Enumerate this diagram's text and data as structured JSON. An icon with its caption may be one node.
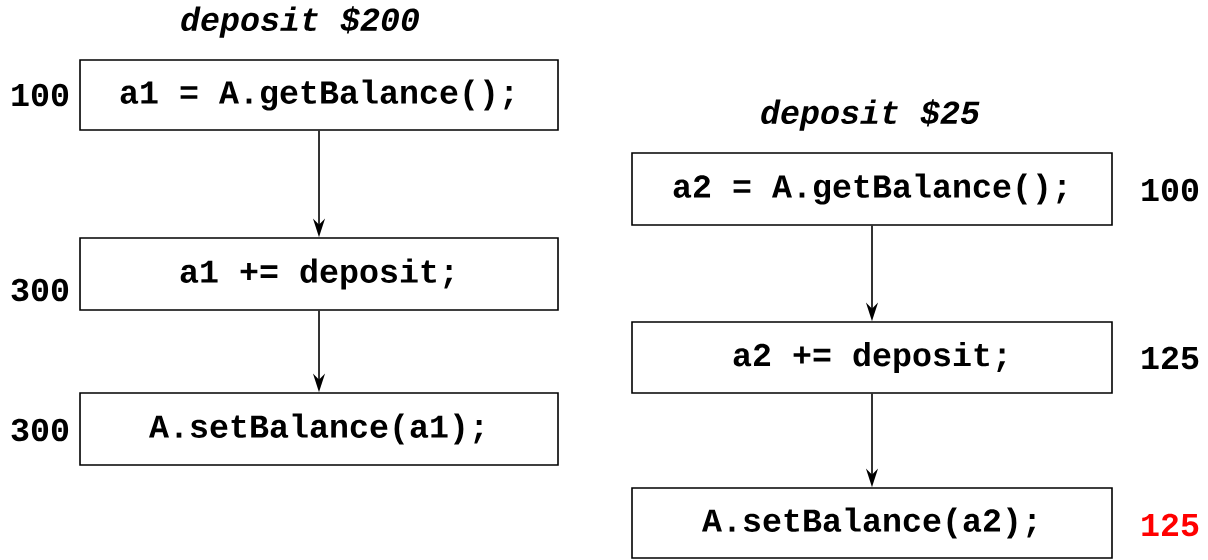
{
  "diagram": {
    "nodes": [
      {
        "text": [
          "a1 = A.getBalance();"
        ],
        "beside": [
          "100"
        ]
      },
      {
        "text": [
          "a1 += deposit;"
        ],
        "beside": [
          "300"
        ]
      },
      {
        "text": [
          "A.setBalance(a1);"
        ],
        "beside": [
          "300"
        ]
      },
      {
        "text": [
          "a2 = A.getBalance();"
        ],
        "beside": [
          "100"
        ]
      },
      {
        "text": [
          "a2 += deposit;"
        ],
        "beside": [
          "125"
        ]
      },
      {
        "text": [
          "A.setBalance(a2);"
        ],
        "beside": [
          "125"
        ]
      }
    ],
    "edges": [
      {
        "from": 0,
        "to": 1,
        "arrow": "to"
      },
      {
        "from": 1,
        "to": 2,
        "arrow": "to"
      },
      {
        "from": 3,
        "to": 4,
        "arrow": "to"
      },
      {
        "from": 4,
        "to": 5,
        "arrow": "to"
      }
    ],
    "labels": [
      "deposit $200",
      "deposit $25"
    ]
  }
}
